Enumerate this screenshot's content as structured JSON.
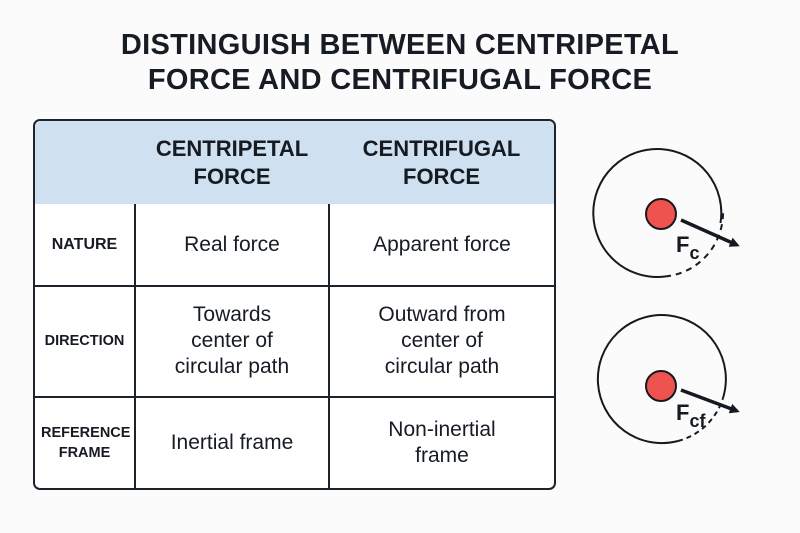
{
  "title": {
    "line1": "DISTINGUISH BETWEEN CENTRIPETAL",
    "line2": "FORCE AND CENTRIFUGAL FORCE"
  },
  "table": {
    "headers": [
      "",
      "CENTRIPETAL FORCE",
      "CENTRIFUGAL FORCE"
    ],
    "header_lines": {
      "centripetal": [
        "CENTRIPETAL",
        "FORCE"
      ],
      "centrifugal": [
        "CENTRIFUGAL",
        "FORCE"
      ]
    },
    "header_bg": "#cfe0f1",
    "rows": [
      {
        "label": "NATURE",
        "label_lines": [
          "NATURE"
        ],
        "centripetal": "Real force",
        "centripetal_lines": [
          "Real force"
        ],
        "centrifugal": "Apparent force",
        "centrifugal_lines": [
          "Apparent force"
        ]
      },
      {
        "label": "DIRECTION",
        "label_lines": [
          "DIRECTION"
        ],
        "centripetal": "Towards center of circular path",
        "centripetal_lines": [
          "Towards",
          "center of",
          "circular path"
        ],
        "centrifugal": "Outward from center of circular path",
        "centrifugal_lines": [
          "Outward from",
          "center of",
          "circular path"
        ]
      },
      {
        "label": "REFERENCE FRAME",
        "label_lines": [
          "REFERENCE",
          "FRAME"
        ],
        "centripetal": "Inertial frame",
        "centripetal_lines": [
          "Inertial frame"
        ],
        "centrifugal": "Non-inertial frame",
        "centrifugal_lines": [
          "Non-inertial",
          "frame"
        ]
      }
    ]
  },
  "diagrams": [
    {
      "name": "centripetal",
      "label_main": "F",
      "label_sub": "c",
      "dot_color": "#ef5350"
    },
    {
      "name": "centrifugal",
      "label_main": "F",
      "label_sub": "cf",
      "dot_color": "#ef5350"
    }
  ]
}
